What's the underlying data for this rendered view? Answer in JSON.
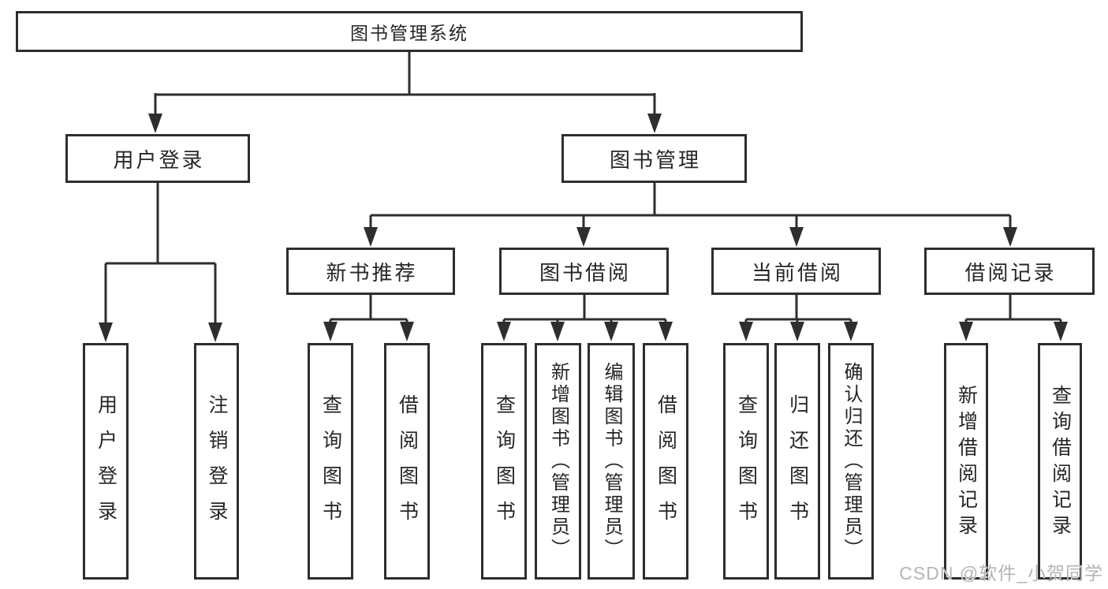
{
  "colors": {
    "line": "#2e2e2e",
    "box_border": "#2e2e2e",
    "box_background": "#ffffff",
    "text": "#262626",
    "watermark": "#b5b5b5"
  },
  "watermark": {
    "label": "CSDN @软件_小贺同学"
  },
  "tree": {
    "label": "图书管理系统",
    "children": [
      {
        "label": "用户登录",
        "children": [
          {
            "label": "用户登录"
          },
          {
            "label": "注销登录"
          }
        ]
      },
      {
        "label": "图书管理",
        "children": [
          {
            "label": "新书推荐",
            "children": [
              {
                "label": "查询图书"
              },
              {
                "label": "借阅图书"
              }
            ]
          },
          {
            "label": "图书借阅",
            "children": [
              {
                "label": "查询图书"
              },
              {
                "label": "新增图书（管理员）"
              },
              {
                "label": "编辑图书（管理员）"
              },
              {
                "label": "借阅图书"
              }
            ]
          },
          {
            "label": "当前借阅",
            "children": [
              {
                "label": "查询图书"
              },
              {
                "label": "归还图书"
              },
              {
                "label": "确认归还（管理员）"
              }
            ]
          },
          {
            "label": "借阅记录",
            "children": [
              {
                "label": "新增借阅记录"
              },
              {
                "label": "查询借阅记录"
              }
            ]
          }
        ]
      }
    ]
  }
}
